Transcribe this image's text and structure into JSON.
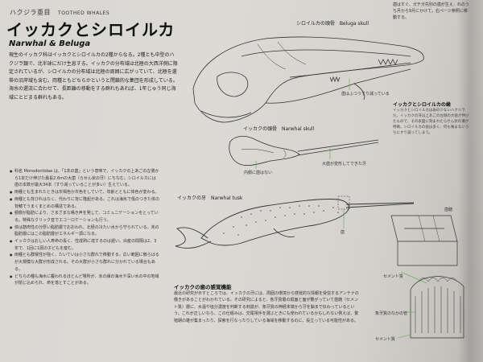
{
  "header": {
    "section_jp": "ハクジラ亜目",
    "section_en": "TOOTHED WHALES",
    "title_jp": "イッカクとシロイルカ",
    "title_en": "Narwhal & Beluga"
  },
  "intro_text": "現生のイッカク科はイッカクとシロイルカの2種からなる。2種とも中型のハクジラ類で、北半球にだけ生息する。イッカクの分布域は北極の大西洋側に限定されているが、シロイルカの分布域は北極の周囲に広がっていて、北極を還帯の沿岸域も含む。両種ともどちらかというと閉鎖的な集団を形成している。海水の還流に合わせて、長距離の移動をする群れもあれば、1年じゅう同じ海域にとどまる群れもある。",
  "bullets": [
    "科名 Monodontidae は、「1本の歯」という意味で、イッカクの上あごの左側から1本だけ伸びた最長2.6mの大歯（らせん状の牙）にちなむ。シロイルカには歯の本数が最大34本（すり減っていることが多い）生えている。",
    "両種とも生まれたときは灰褐色か灰色をしていて、年齢とともに体色が変わる。",
    "両種とも背びれはなく、代わりに背に隆起がある。これは海氷で傷のつきた体の背鰭でうまくまとめの構造である。",
    "額側が脂肪により、さまざまな鳴き声を発して、コミュニケーションをとっている。特殊なクリック音でエコーロケーションも行う。",
    "体は筋肉性の分厚い脂肪層でおおわれ、北極の冷たい水から守られている。未の脂肪層にはこの脂肪層がエネルギー源になる。",
    "イッカクはおしい人寿命の長く、性成熟に達するのは遅い。出産の間隔は2、3年で、1回に1頭の子どもを産む。",
    "両種とも群棲性が強く、たいていは小さな群れで移動する。広い範囲に散らばるが大規模な大群が形成される。その大群が小さな群れに分かれている場合もある。",
    "どちらの種も海水に覆われるほとんど場所が、氷の縁の海水や深い水の中の地域が閉じ込められ、命を落とすことがある。"
  ],
  "figures": {
    "beluga_skull": "シロイルカの頭骨　Beluga skull",
    "beluga_note": "歯はふつうすり減っている",
    "narwhal_skull": "イッカクの頭骨　Narwhal skull",
    "narwhal_inner": "内側に歯はない",
    "narwhal_tusk_note": "大歯が変形してできた牙",
    "narwhal_tusk": "イッカクの牙　Narwhal tusk",
    "tooth": "歯",
    "cement": "セメント質",
    "dentin_inner": "象牙質のなかの管",
    "cement2": "セメント質",
    "pulp": "歯髄"
  },
  "box": {
    "title": "イッカクの歯の感覚機能",
    "text": "最近の研究が示すところでは、イッカクの牙には、周囲の環境から感覚的な情報を受信するアンテナの働きがあることがわかれている。その研究によると、象牙質層の縦面と面が繋がっていて歯髄（セメント質）層に、水温や塩分濃度を判断する刺激が、象牙質の神経末端から牙を脳まで伝わっているという。これが正しいなら、この仕組みは、交尾相手を選ぶときにも使われているかもしれない例えば、繁殖期の雄が集まったり、探索を行なったりしている海域を移動するのに、役立っている可能性がある。"
  },
  "side": {
    "title": "イッカクとシロイルカの歯",
    "text": "イッカクとシロイルカは歯の少ないハクジラだ。イッカクの牙は上あごの左側の大歯が伸びたもので、その表面に刻まれたらせん状の溝が特徴。シロイルカの歯は多く、何も噛まないうちにすり減ってしまう。"
  },
  "top_right": {
    "text": "歯はすぐ、ガチガ先別の歯が生え、れのうち月から9月にかけて。右ページ参照に移動する。"
  },
  "colors": {
    "guide": "#5aa84a"
  }
}
